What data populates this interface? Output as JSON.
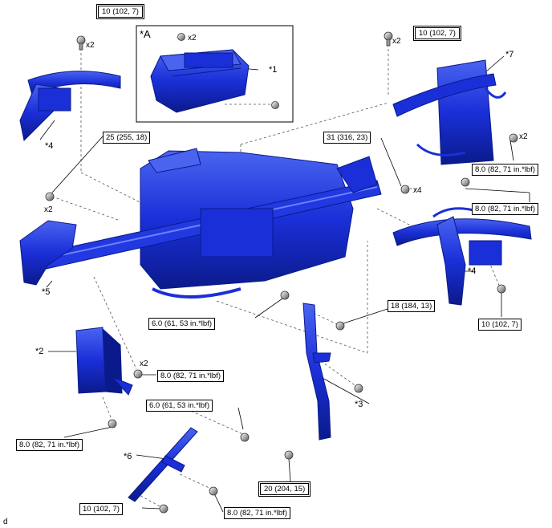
{
  "torques": {
    "t_top_left": "10 (102, 7)",
    "t_top_right": "10 (102, 7)",
    "t_25": "25 (255, 18)",
    "t_31": "31 (316, 23)",
    "t_8_r1": "8.0 (82, 71 in.*lbf)",
    "t_8_r2": "8.0 (82, 71 in.*lbf)",
    "t_6_center": "6.0 (61, 53 in.*lbf)",
    "t_18": "18 (184, 13)",
    "t_10_right": "10 (102, 7)",
    "t_8_mid": "8.0 (82, 71 in.*lbf)",
    "t_6_low": "6.0 (61, 53 in.*lbf)",
    "t_8_left": "8.0 (82, 71 in.*lbf)",
    "t_20": "20 (204, 15)",
    "t_10_bottom": "10 (102, 7)",
    "t_8_bottom": "8.0 (82, 71 in.*lbf)"
  },
  "quantities": {
    "q_top_left": "x2",
    "q_inset": "x2",
    "q_top_right": "x2",
    "q_left": "x2",
    "q_right_nut": "x2",
    "q_31": "x4",
    "q_mid": "x2"
  },
  "callouts": {
    "A": "*A",
    "c1": "*1",
    "c2": "*2",
    "c3": "*3",
    "c4a": "*4",
    "c4b": "*4",
    "c5": "*5",
    "c6": "*6",
    "c7": "*7"
  },
  "corner_mark": "d",
  "colors": {
    "part": "#1a2fd8",
    "part_dark": "#0b1a8a",
    "part_light": "#4a64f0"
  }
}
